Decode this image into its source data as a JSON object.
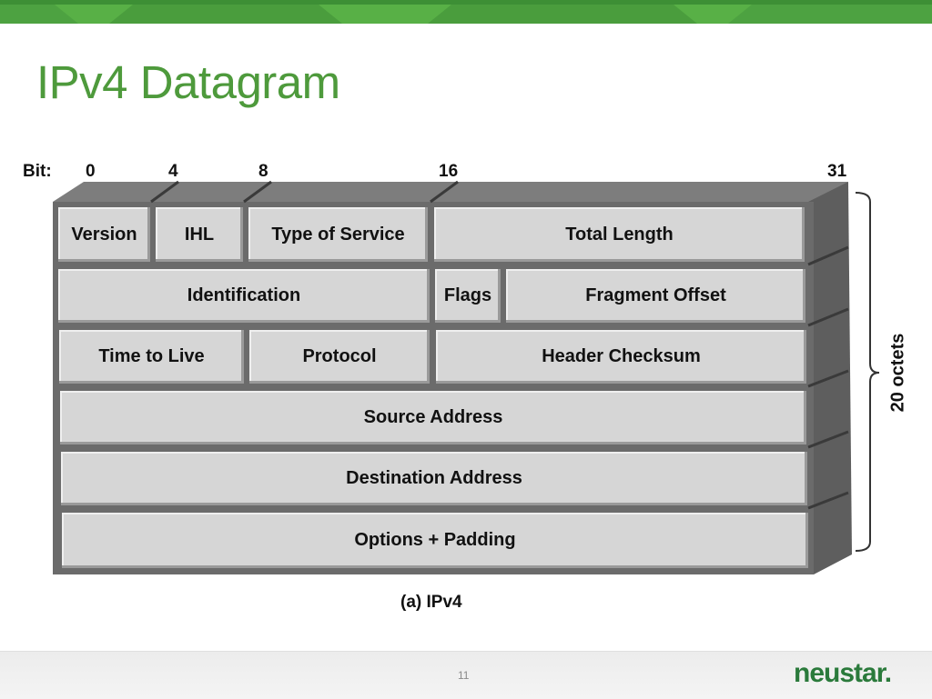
{
  "slide": {
    "title": "IPv4 Datagram",
    "page_number": "11",
    "logo_text": "neustar."
  },
  "diagram": {
    "bit_prefix": "Bit:",
    "bit_markers": [
      "0",
      "4",
      "8",
      "16",
      "31"
    ],
    "fields": {
      "version": "Version",
      "ihl": "IHL",
      "type_of_service": "Type of Service",
      "total_length": "Total Length",
      "identification": "Identification",
      "flags": "Flags",
      "fragment_offset": "Fragment Offset",
      "time_to_live": "Time to Live",
      "protocol": "Protocol",
      "header_checksum": "Header Checksum",
      "source_address": "Source Address",
      "destination_address": "Destination Address",
      "options_padding": "Options + Padding"
    },
    "side_label": "20 octets",
    "caption": "(a) IPv4"
  },
  "colors": {
    "title_green": "#4e9a3c",
    "band_green": "#5cb144",
    "band_dark": "#3f8f36",
    "frame_gray": "#6a6a6a",
    "cell_gray": "#d6d6d6",
    "logo_green": "#2a7a3b"
  }
}
